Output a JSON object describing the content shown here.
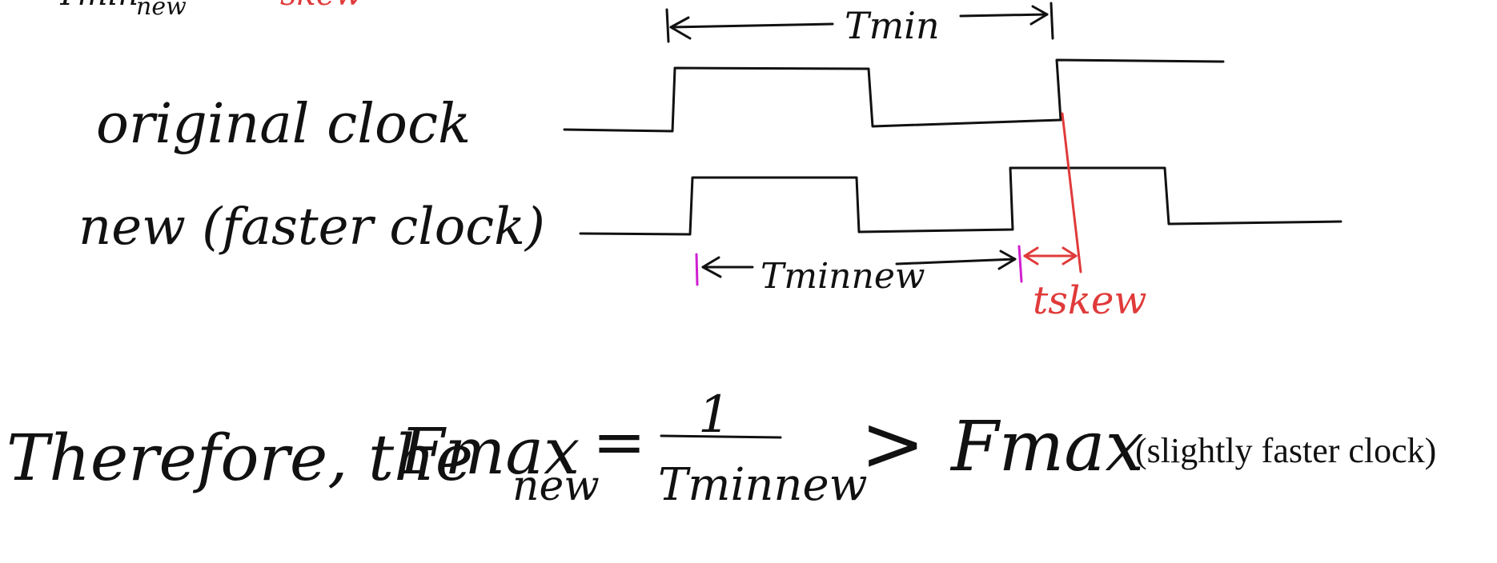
{
  "top_fragment": {
    "black_left": "Tmin",
    "black_sub": "new",
    "red": "skew"
  },
  "arrows": {
    "tmin_label": "Tmin",
    "tminnew_label": "Tminnew",
    "tskew_label": "tskew"
  },
  "waveform_labels": {
    "original": "original clock",
    "new": "new (faster clock)"
  },
  "equation": {
    "prefix": "Therefore, the",
    "fmax_new_main": "Fmax",
    "fmax_new_sub": "new",
    "equals": "=",
    "numerator": "1",
    "denominator": "Tminnew",
    "gt": ">",
    "fmax": "Fmax",
    "note": "(slightly faster clock)"
  },
  "colors": {
    "ink": "#111111",
    "red": "#e03a3a",
    "magenta": "#d020d0"
  }
}
